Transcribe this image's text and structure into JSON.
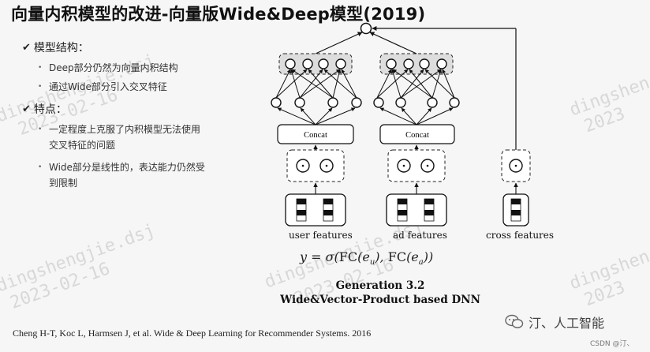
{
  "title": "向量内积模型的改进-向量版Wide&Deep模型(2019)",
  "bullets": [
    {
      "label": "模型结构：",
      "items": [
        "Deep部分仍然为向量内积结构",
        "通过Wide部分引入交叉特征"
      ]
    },
    {
      "label": "特点：",
      "items": [
        "一定程度上克服了内积模型无法使用",
        "交叉特征的问题",
        "Wide部分是线性的，表达能力仍然受",
        "到限制"
      ]
    }
  ],
  "figure": {
    "concat_label": "Concat",
    "feature_labels": [
      "user features",
      "ad features",
      "cross features"
    ],
    "formula": {
      "lhs": "y = σ(",
      "fc1": "FC",
      "arg1": "(e",
      "sub1": "u",
      "mid": "), ",
      "fc2": "FC",
      "arg2": "(e",
      "sub2": "a",
      "rhs": "))"
    },
    "caption_line1": "Generation 3.2",
    "caption_line2": "Wide&Vector-Product based DNN"
  },
  "citation": "Cheng H-T, Koc L, Harmsen J, et al. Wide & Deep Learning for Recommender Systems. 2016",
  "watermarks": [
    "dingshengjie.dsj",
    "2023-02-16",
    "dingshen",
    "2023"
  ],
  "brand": {
    "name": "汀、人工智能",
    "csdn": "CSDN @汀、"
  }
}
